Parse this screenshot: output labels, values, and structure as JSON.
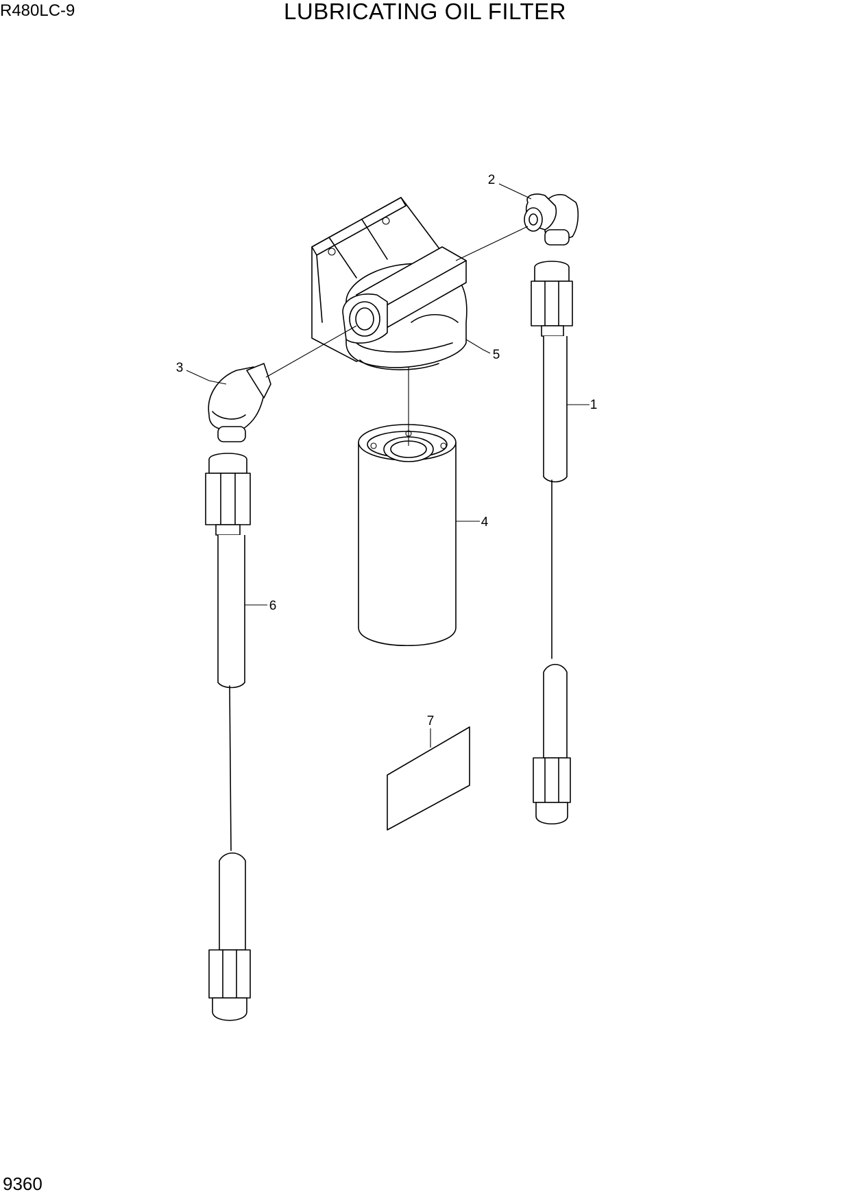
{
  "header": {
    "model": "R480LC-9",
    "title": "LUBRICATING OIL FILTER"
  },
  "footer": {
    "page_number": "9360"
  },
  "callouts": [
    {
      "id": "1",
      "label": "1",
      "part": "hose-right-icon"
    },
    {
      "id": "2",
      "label": "2",
      "part": "elbow-fitting-top-icon"
    },
    {
      "id": "3",
      "label": "3",
      "part": "elbow-fitting-left-icon"
    },
    {
      "id": "4",
      "label": "4",
      "part": "filter-element-icon"
    },
    {
      "id": "5",
      "label": "5",
      "part": "filter-head-icon"
    },
    {
      "id": "6",
      "label": "6",
      "part": "hose-left-icon"
    },
    {
      "id": "7",
      "label": "7",
      "part": "label-plate-icon"
    }
  ]
}
